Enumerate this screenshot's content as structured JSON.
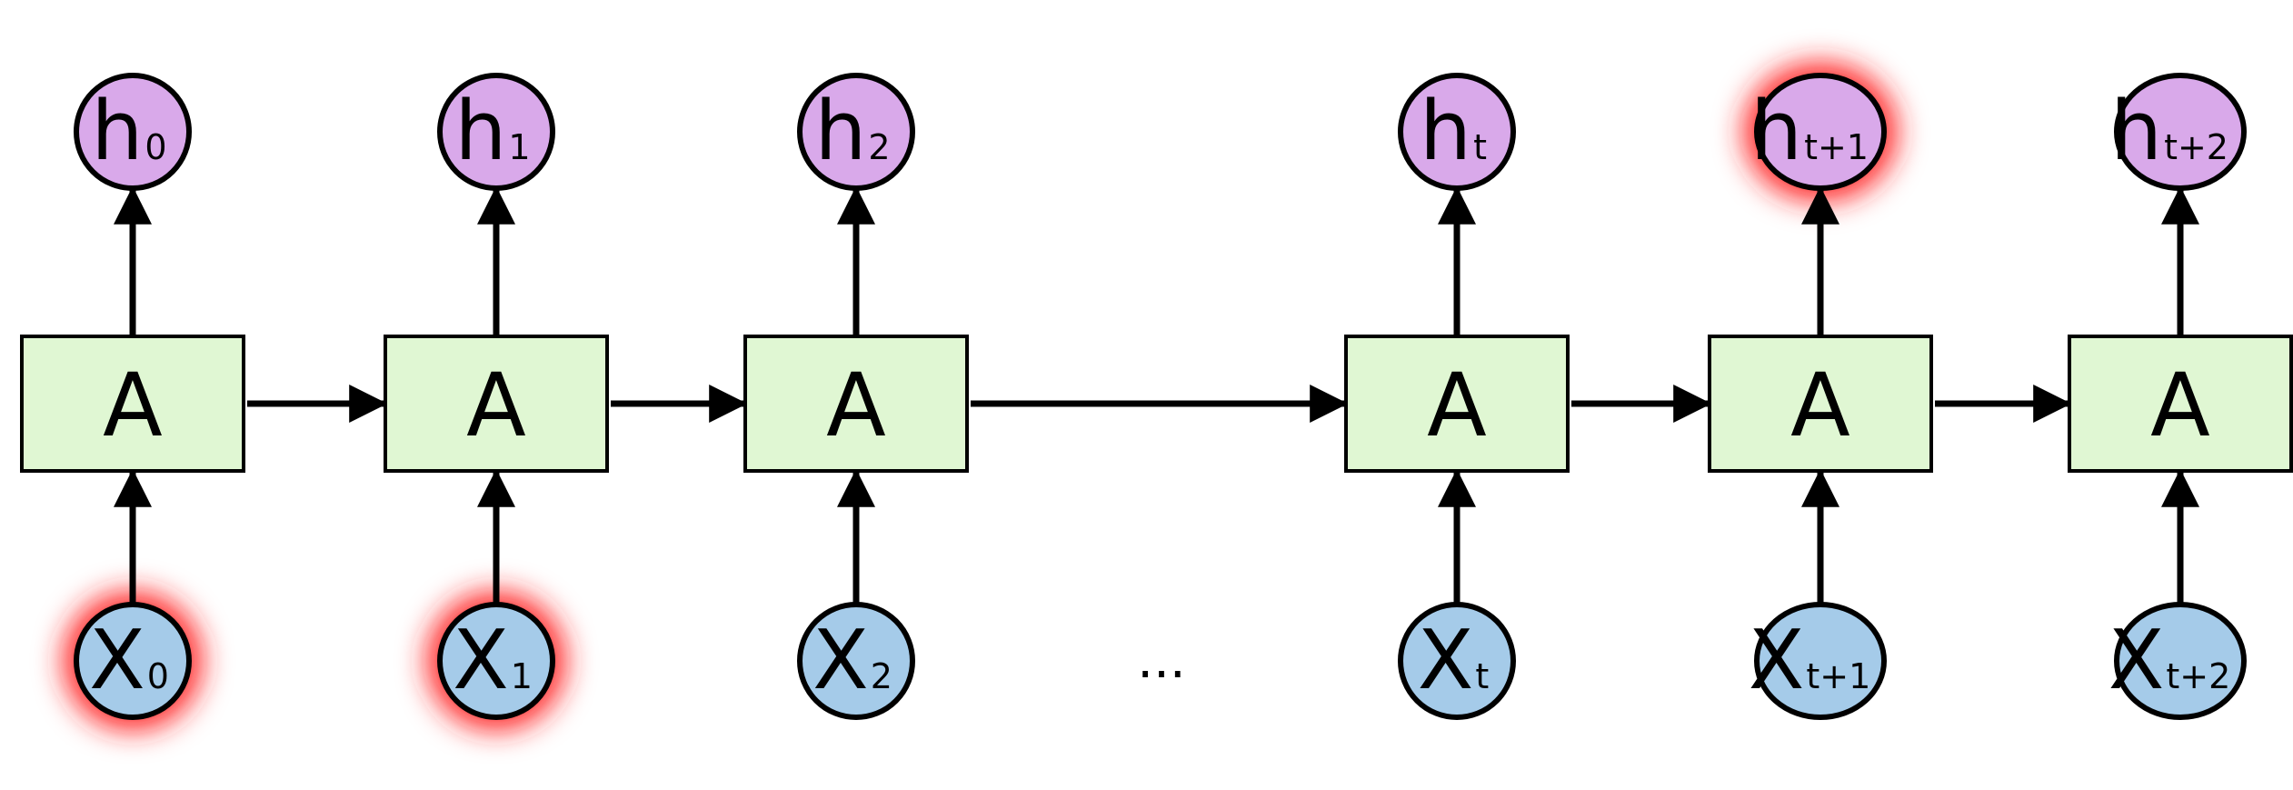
{
  "colors": {
    "cell_fill": "#e0f7d3",
    "hidden_fill": "#d9a9ea",
    "input_fill": "#a5cbe9",
    "stroke": "#000000",
    "highlight_glow": "#ff2020"
  },
  "steps": [
    {
      "cell": "A",
      "input": {
        "letter": "X",
        "sub": "0"
      },
      "output": {
        "letter": "h",
        "sub": "0"
      },
      "input_highlighted": true,
      "output_highlighted": false
    },
    {
      "cell": "A",
      "input": {
        "letter": "X",
        "sub": "1"
      },
      "output": {
        "letter": "h",
        "sub": "1"
      },
      "input_highlighted": true,
      "output_highlighted": false
    },
    {
      "cell": "A",
      "input": {
        "letter": "X",
        "sub": "2"
      },
      "output": {
        "letter": "h",
        "sub": "2"
      },
      "input_highlighted": false,
      "output_highlighted": false
    },
    {
      "cell": "A",
      "input": {
        "letter": "X",
        "sub": "t"
      },
      "output": {
        "letter": "h",
        "sub": "t"
      },
      "input_highlighted": false,
      "output_highlighted": false
    },
    {
      "cell": "A",
      "input": {
        "letter": "X",
        "sub": "t+1"
      },
      "output": {
        "letter": "h",
        "sub": "t+1"
      },
      "input_highlighted": false,
      "output_highlighted": true
    },
    {
      "cell": "A",
      "input": {
        "letter": "X",
        "sub": "t+2"
      },
      "output": {
        "letter": "h",
        "sub": "t+2"
      },
      "input_highlighted": false,
      "output_highlighted": false
    }
  ],
  "ellipsis": "..."
}
